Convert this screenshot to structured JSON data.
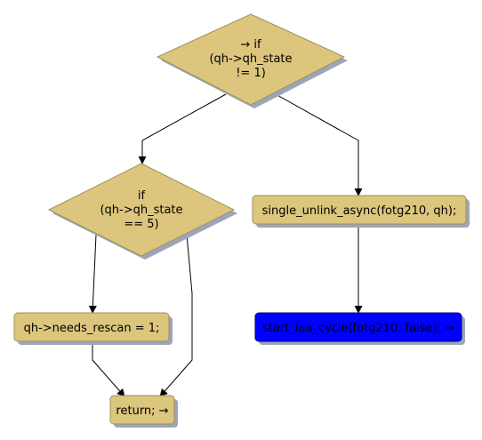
{
  "colors": {
    "node_fill": "#dcc57c",
    "node_stroke": "#a0905a",
    "shadow": "#9aa6b9",
    "highlight_fill": "#0000ff",
    "highlight_stroke": "#00007a",
    "edge": "#000000"
  },
  "nodes": {
    "cond_state": {
      "kind": "decision",
      "lines": [
        "→ if",
        "(qh->qh_state",
        "!= 1)"
      ]
    },
    "cond_state_five": {
      "kind": "decision",
      "lines": [
        "if",
        "(qh->qh_state",
        "== 5)"
      ]
    },
    "single_unlink": {
      "kind": "statement",
      "text": "single_unlink_async(fotg210, qh);"
    },
    "needs_rescan": {
      "kind": "statement",
      "text": "qh->needs_rescan = 1;"
    },
    "start_iaa": {
      "kind": "statement-highlight",
      "text": "start_iaa_cycle(fotg210, false); →"
    },
    "return_node": {
      "kind": "statement",
      "text": "return; →"
    }
  }
}
